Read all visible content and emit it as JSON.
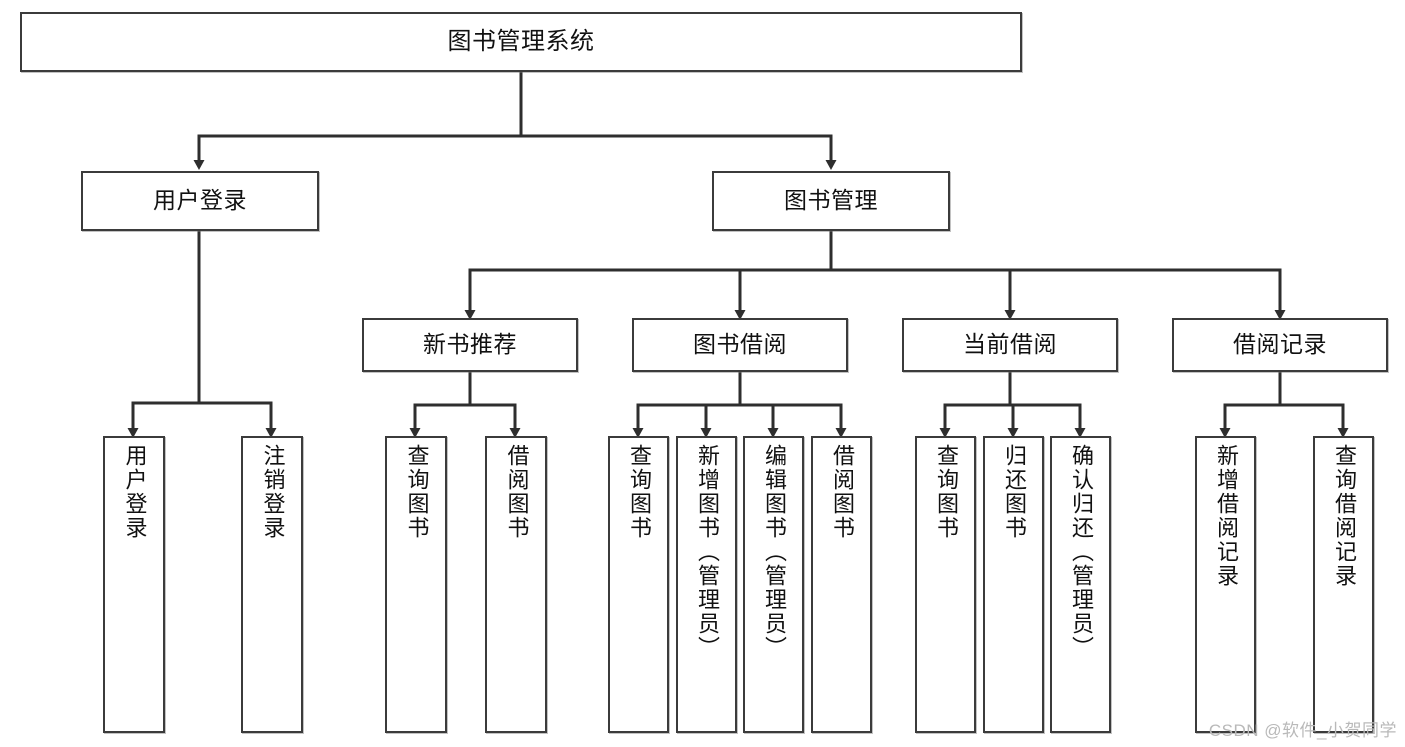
{
  "diagram": {
    "title": "图书管理系统",
    "type": "hierarchy-tree",
    "watermark": "CSDN @软件_小贺同学",
    "colors": {
      "box_border": "#3b3b3b",
      "box_fill": "#ffffff",
      "text": "#111111",
      "edge": "#2e2e2e",
      "watermark": "#b9b9b9"
    },
    "root": {
      "label": "图书管理系统"
    },
    "level2": [
      {
        "label": "用户登录"
      },
      {
        "label": "图书管理"
      }
    ],
    "level3": [
      {
        "label": "新书推荐"
      },
      {
        "label": "图书借阅"
      },
      {
        "label": "当前借阅"
      },
      {
        "label": "借阅记录"
      }
    ],
    "leaves": {
      "user_login": [
        {
          "label": "用户登录"
        },
        {
          "label": "注销登录"
        }
      ],
      "new_book_recommend": [
        {
          "label": "查询图书"
        },
        {
          "label": "借阅图书"
        }
      ],
      "book_borrow": [
        {
          "label": "查询图书"
        },
        {
          "label": "新增图书（管理员）"
        },
        {
          "label": "编辑图书（管理员）"
        },
        {
          "label": "借阅图书"
        }
      ],
      "current_borrow": [
        {
          "label": "查询图书"
        },
        {
          "label": "归还图书"
        },
        {
          "label": "确认归还（管理员）"
        }
      ],
      "borrow_record": [
        {
          "label": "新增借阅记录"
        },
        {
          "label": "查询借阅记录"
        }
      ]
    }
  }
}
